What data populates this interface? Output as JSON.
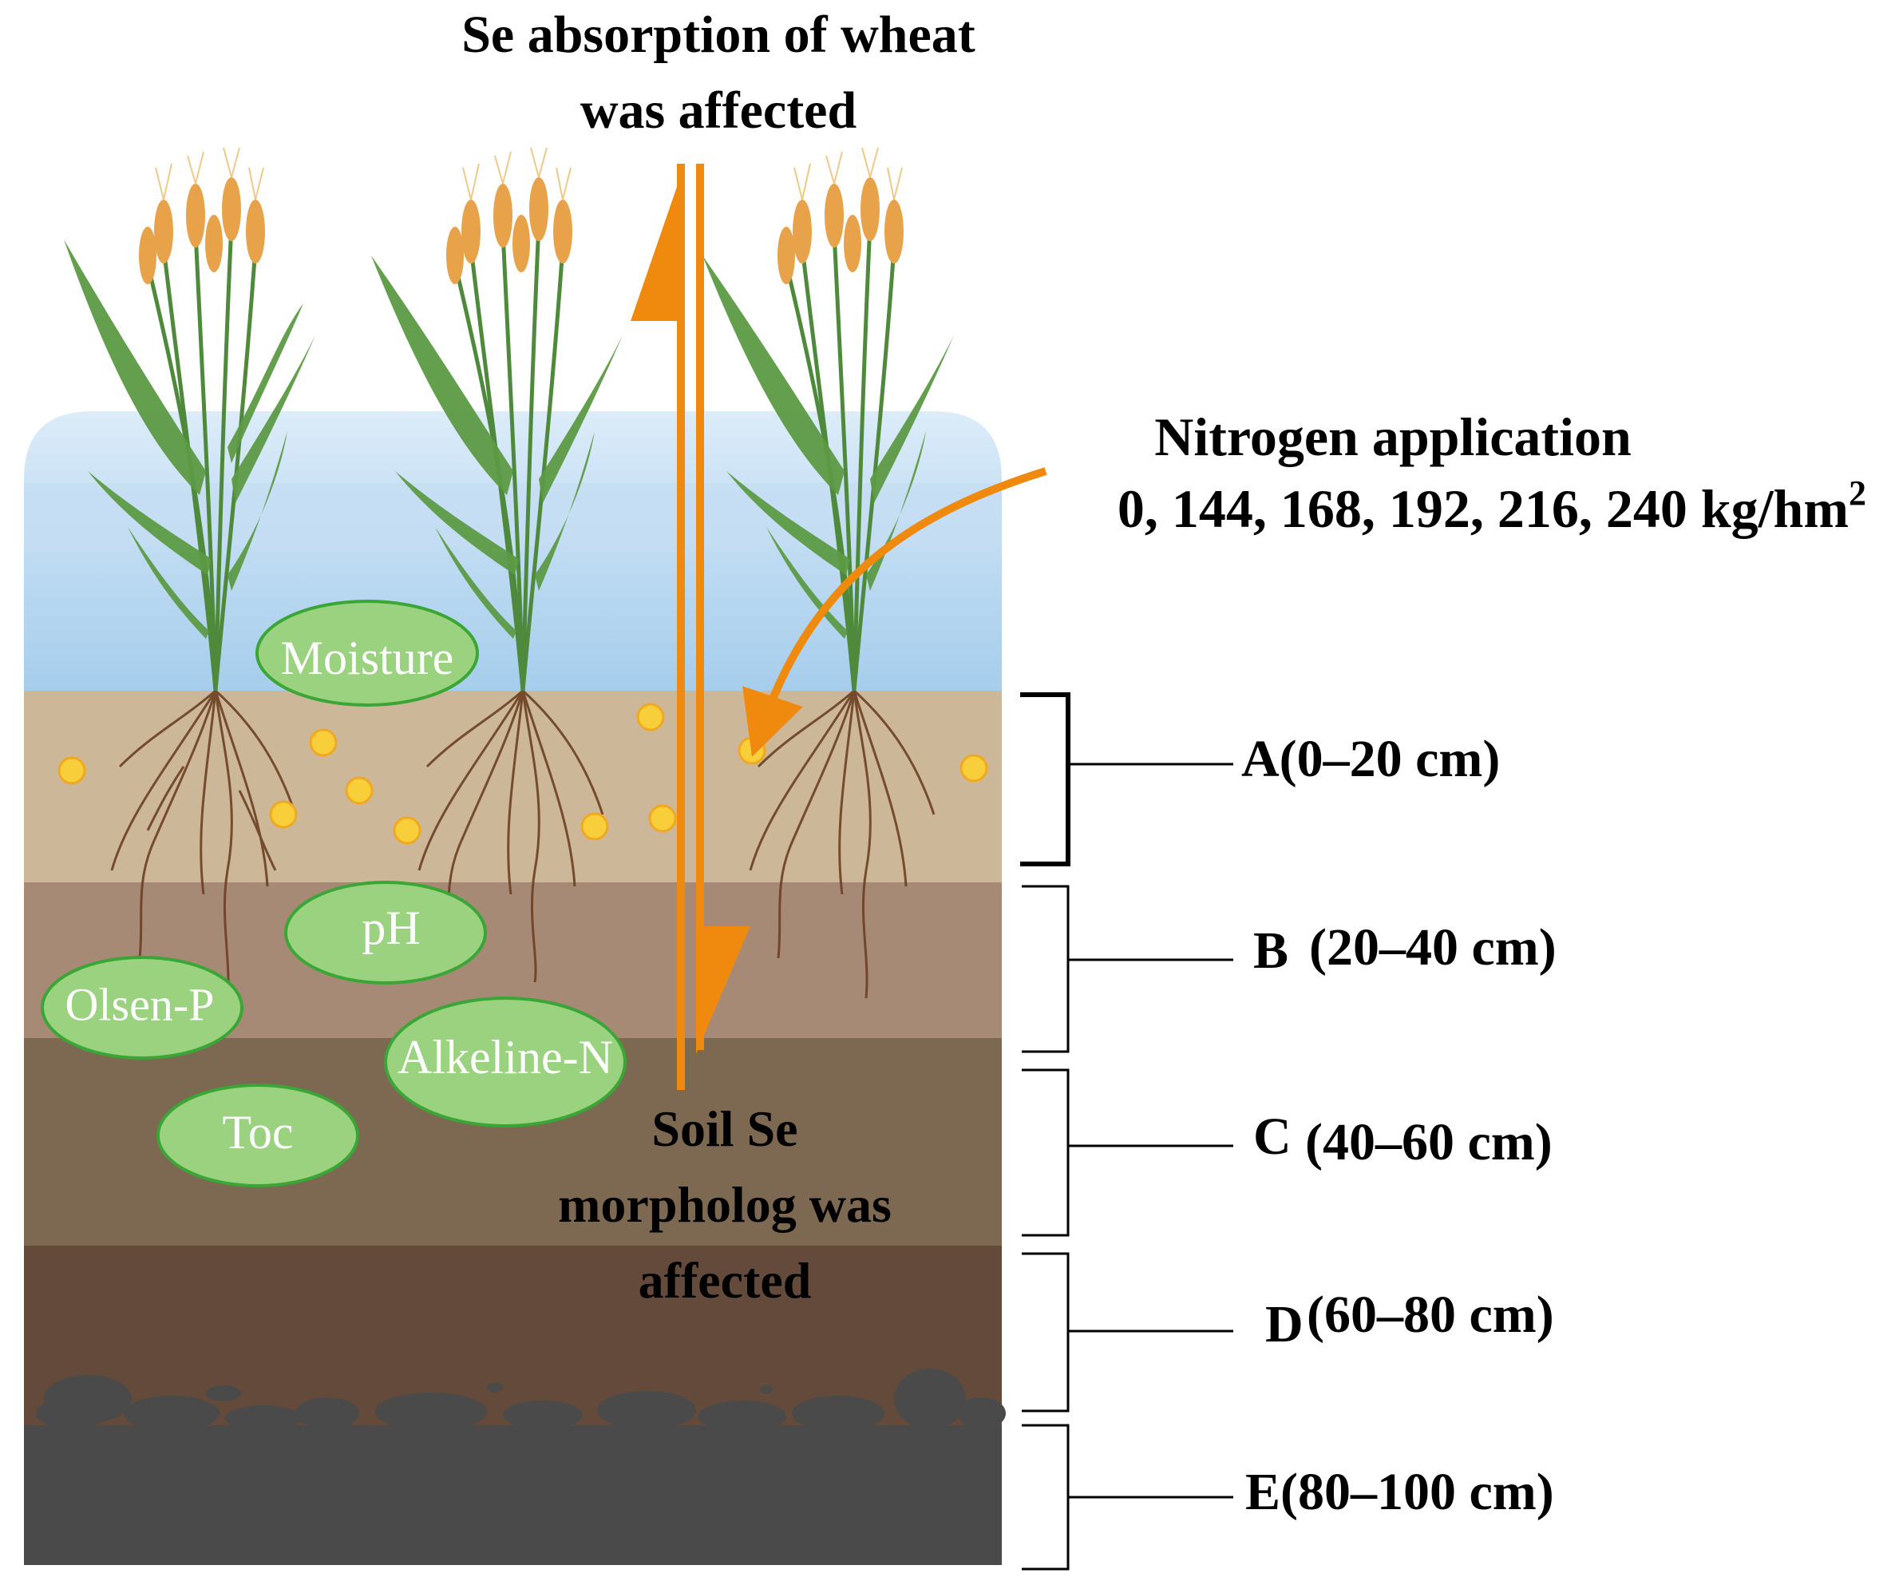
{
  "top_text": {
    "line1": "Se absorption of wheat",
    "line2": "was affected"
  },
  "nitrogen": {
    "line1": "Nitrogen application",
    "line2": "0, 144, 168, 192, 216, 240 kg/hm",
    "sup": "2"
  },
  "soil_text": {
    "line1": "Soil Se",
    "line2": "morpholog was",
    "line3": "affected"
  },
  "factors": {
    "moisture": "Moisture",
    "ph": "pH",
    "olsen_p": "Olsen-P",
    "alkeline_n": "Alkeline-N",
    "toc": "Toc"
  },
  "layers": {
    "a": "A(0–20 cm)",
    "b_letter": "B",
    "b_range": "(20–40 cm)",
    "c_letter": "C",
    "c_range": "(40–60 cm)",
    "d_letter": "D",
    "d_range": "(60–80 cm)",
    "e": "E(80–100 cm)"
  },
  "colors": {
    "sky_top": "#d6e9f8",
    "sky_bottom": "#a9d0ee",
    "layer_a": "#ccb898",
    "layer_b": "#a68a76",
    "layer_c": "#7d6852",
    "layer_d": "#634a3a",
    "layer_e": "#4a4a4a",
    "arrow_orange": "#f08a0e",
    "bubble_fill": "#9bd27f",
    "bubble_stroke": "#3aa636",
    "dot_fill": "#f8cf3a",
    "wheat_green": "#4f8a3c",
    "wheat_ear": "#e8a24a",
    "root_brown": "#6b3f22"
  }
}
